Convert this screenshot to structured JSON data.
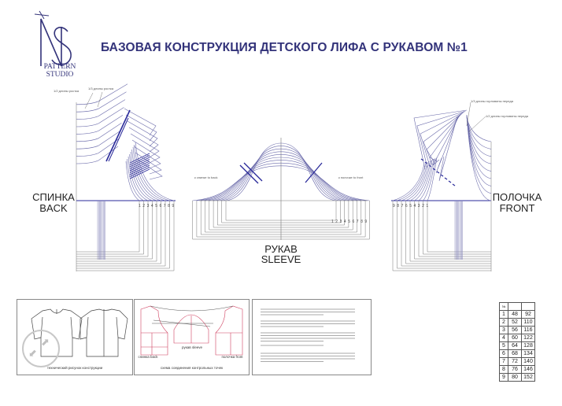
{
  "header": {
    "title": "БАЗОВАЯ КОНСТРУКЦИЯ ДЕТСКОГО ЛИФА С РУКАВОМ №1",
    "logo": {
      "monogram": "NS",
      "line1": "PATTERN",
      "line2": "STUDIO"
    }
  },
  "colors": {
    "brand": "#33337a",
    "pattern_line": "#6a6aaa",
    "accent_line": "#2a2a9a",
    "scheme_line": "#d04060"
  },
  "back": {
    "label_ru": "СПИНКА",
    "label_en": "BACK",
    "note_half": "1/2 длины ростка",
    "note_third": "1/3 длины ростка",
    "size_numbers": [
      "1",
      "2",
      "3",
      "4",
      "5",
      "6",
      "7",
      "8",
      "9"
    ]
  },
  "sleeve": {
    "label_ru": "РУКАВ",
    "label_en": "SLEEVE",
    "to_back": "к спинке to back",
    "to_front": "к полочке to front",
    "size_numbers": [
      "1",
      "2",
      "3",
      "4",
      "5",
      "6",
      "7",
      "8",
      "9"
    ]
  },
  "front": {
    "label_ru": "ПОЛОЧКА",
    "label_en": "FRONT",
    "note_third": "1/3 длины горловины переда",
    "note_half": "1/2 длины горловины переда",
    "size_numbers": [
      "9",
      "8",
      "7",
      "6",
      "5",
      "4",
      "3",
      "2",
      "1"
    ]
  },
  "panels": {
    "technical": {
      "caption": "технический рисунок конструкции",
      "overlay_icon": "expand-icon"
    },
    "scheme": {
      "caption": "схема соединения контрольных точек",
      "sleeve": "рукав sleeve",
      "back": "спинка back",
      "front": "полочка front"
    }
  },
  "size_table": {
    "header_first": "№",
    "rows": [
      [
        "1",
        "48",
        "92"
      ],
      [
        "2",
        "52",
        "110"
      ],
      [
        "3",
        "56",
        "116"
      ],
      [
        "4",
        "60",
        "122"
      ],
      [
        "5",
        "64",
        "128"
      ],
      [
        "6",
        "68",
        "134"
      ],
      [
        "7",
        "72",
        "140"
      ],
      [
        "8",
        "76",
        "146"
      ],
      [
        "9",
        "80",
        "152"
      ]
    ]
  }
}
